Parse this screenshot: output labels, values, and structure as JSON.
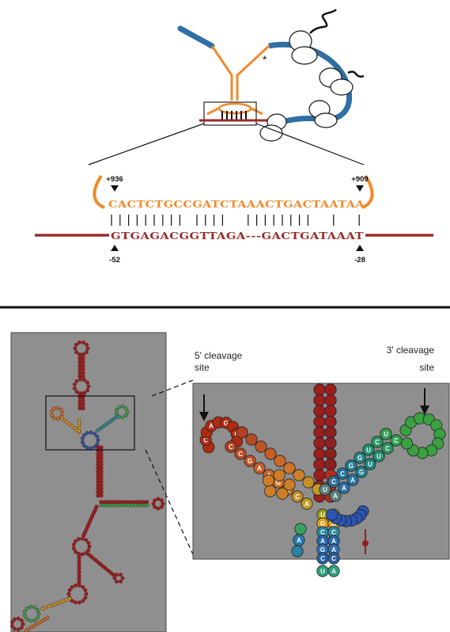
{
  "top": {
    "pos_top_left": "+936",
    "pos_top_right": "+909",
    "upper_sequence": "CACTCTGCCGATCTAAACTGACTAATAA",
    "pairing_bars": "||||||||| ||||  ||||||||  |  |",
    "lower_sequence": "GTGAGACGGTTAGA---GACTGATAAAT",
    "pos_bottom_left": "-52",
    "pos_bottom_right": "-28",
    "asterisk": "*"
  },
  "bottom": {
    "label_5prime": "5' cleavage\nsite",
    "label_5prime_line1": "5' cleavage",
    "label_5prime_line2": "site",
    "label_3prime_line1": "3' cleavage",
    "label_3prime_line2": "site",
    "nucleotides_left": [
      "C",
      "C",
      "G",
      "A",
      "A",
      "G",
      "G",
      "C",
      "A",
      "G",
      "A",
      "G"
    ],
    "nucleotides_mid": [
      "U",
      "G",
      "C",
      "A",
      "G",
      "C",
      "U",
      "G",
      "C",
      "A",
      "A",
      "C",
      "A"
    ],
    "nucleotides_right": [
      "U",
      "C",
      "U",
      "G",
      "G",
      "C",
      "C",
      "U",
      "U",
      "G",
      "A",
      "A",
      "A"
    ]
  },
  "colors": {
    "orange": "#f08a2b",
    "blue": "#2f6fa3",
    "dark_red": "#9b2b2b",
    "panel_gray": "#8f8f8f"
  }
}
